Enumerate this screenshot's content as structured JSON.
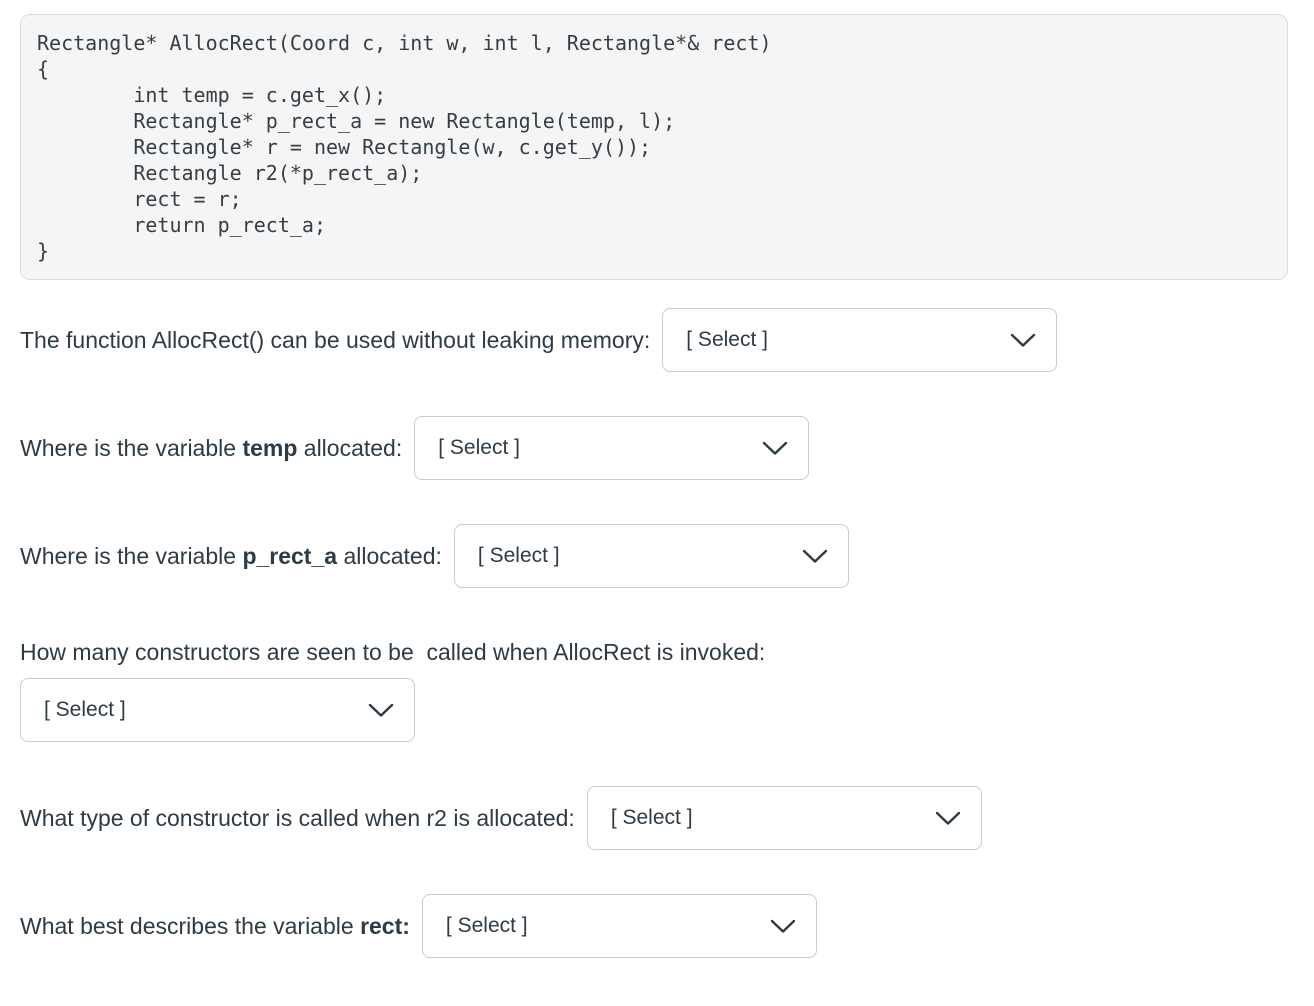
{
  "code": {
    "text": "Rectangle* AllocRect(Coord c, int w, int l, Rectangle*& rect)\n{\n        int temp = c.get_x();\n        Rectangle* p_rect_a = new Rectangle(temp, l);\n        Rectangle* r = new Rectangle(w, c.get_y());\n        Rectangle r2(*p_rect_a);\n        rect = r;\n        return p_rect_a;\n}"
  },
  "colors": {
    "text": "#2d3b45",
    "code_background": "#f5f5f5",
    "code_border": "#d9dcde",
    "select_border": "#c7cdd1"
  },
  "questions": [
    {
      "text": "The function AllocRect() can be used without leaking memory:",
      "select_label": "[ Select ]"
    },
    {
      "prefix": "Where is the variable ",
      "bold": "temp",
      "suffix": " allocated:",
      "select_label": "[ Select ]"
    },
    {
      "prefix": "Where is the variable ",
      "bold": "p_rect_a",
      "suffix": " allocated:",
      "select_label": "[ Select ]"
    },
    {
      "text": "How many constructors are seen to be  called when AllocRect is invoked:",
      "select_label": "[ Select ]"
    },
    {
      "text": "What type of constructor is called when r2 is allocated:",
      "select_label": "[ Select ]"
    },
    {
      "prefix": "What best describes the variable ",
      "bold": "rect:",
      "suffix": "",
      "select_label": "[ Select ]"
    }
  ]
}
